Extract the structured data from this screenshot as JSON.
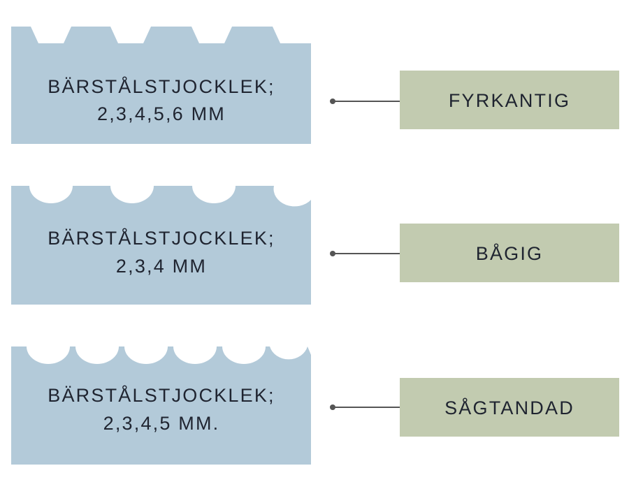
{
  "colors": {
    "blade": "#b3cad9",
    "label_box": "#c2cbb0",
    "line": "#555555",
    "text": "#1f2430"
  },
  "blades": [
    {
      "profile": "square-teeth",
      "text_line1": "BÄRSTÅLSTJOCKLEK;",
      "text_line2": "2,3,4,5,6 MM",
      "label": "FYRKANTIG"
    },
    {
      "profile": "arched-teeth",
      "text_line1": "BÄRSTÅLSTJOCKLEK;",
      "text_line2": "2,3,4 MM",
      "label": "BÅGIG"
    },
    {
      "profile": "scalloped-teeth",
      "text_line1": "BÄRSTÅLSTJOCKLEK;",
      "text_line2": "2,3,4,5 MM.",
      "label": "SÅGTANDAD"
    }
  ]
}
